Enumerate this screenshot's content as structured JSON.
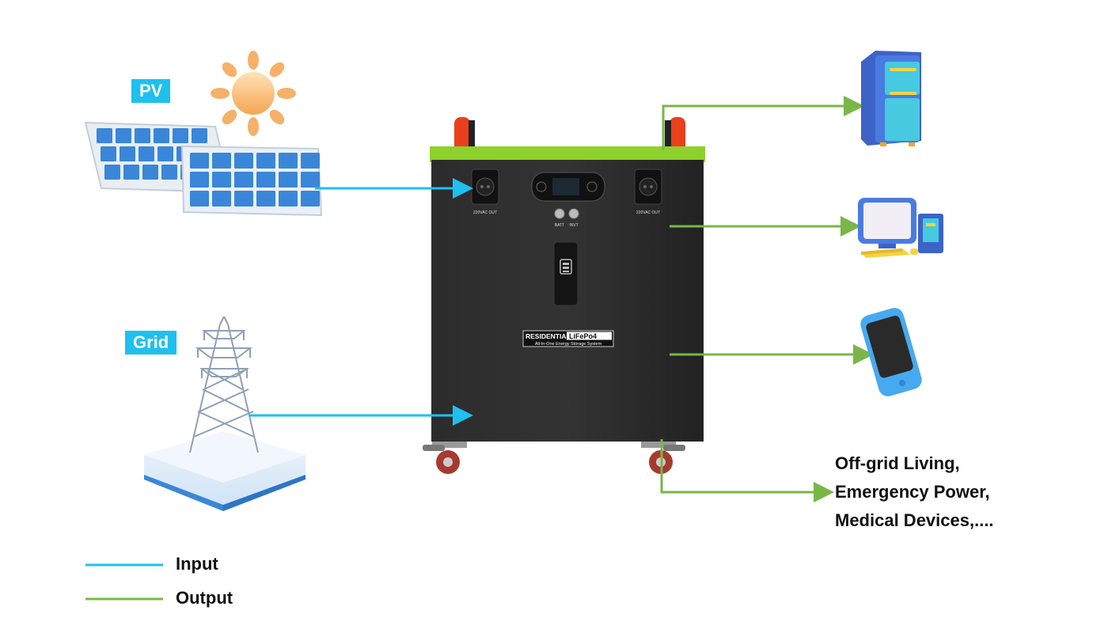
{
  "inputs": {
    "pv_label": "PV",
    "grid_label": "Grid"
  },
  "device": {
    "brand": "RESIDENTIAL",
    "model": "LiFePo4",
    "subtitle": "All-In-One Energy Storage System",
    "left_outlet_label": "220VAC OUT",
    "right_outlet_label": "220VAC OUT",
    "batt_label": "BATT",
    "invt_label": "INVT"
  },
  "uses": [
    "Off-grid Living,",
    "Emergency Power,",
    "Medical Devices,...."
  ],
  "legend": {
    "input_label": "Input",
    "output_label": "Output"
  },
  "colors": {
    "input_line": "#1ec0ef",
    "output_line": "#7ab648",
    "device_body": "#262626",
    "device_trim": "#8ed02c",
    "handle": "#e8401c",
    "tag_bg": "#1ec0ef"
  },
  "icons": {
    "pv": "solar-panel-icon",
    "sun": "sun-icon",
    "grid": "power-tower-icon",
    "fridge": "refrigerator-icon",
    "computer": "computer-icon",
    "phone": "smartphone-icon"
  }
}
